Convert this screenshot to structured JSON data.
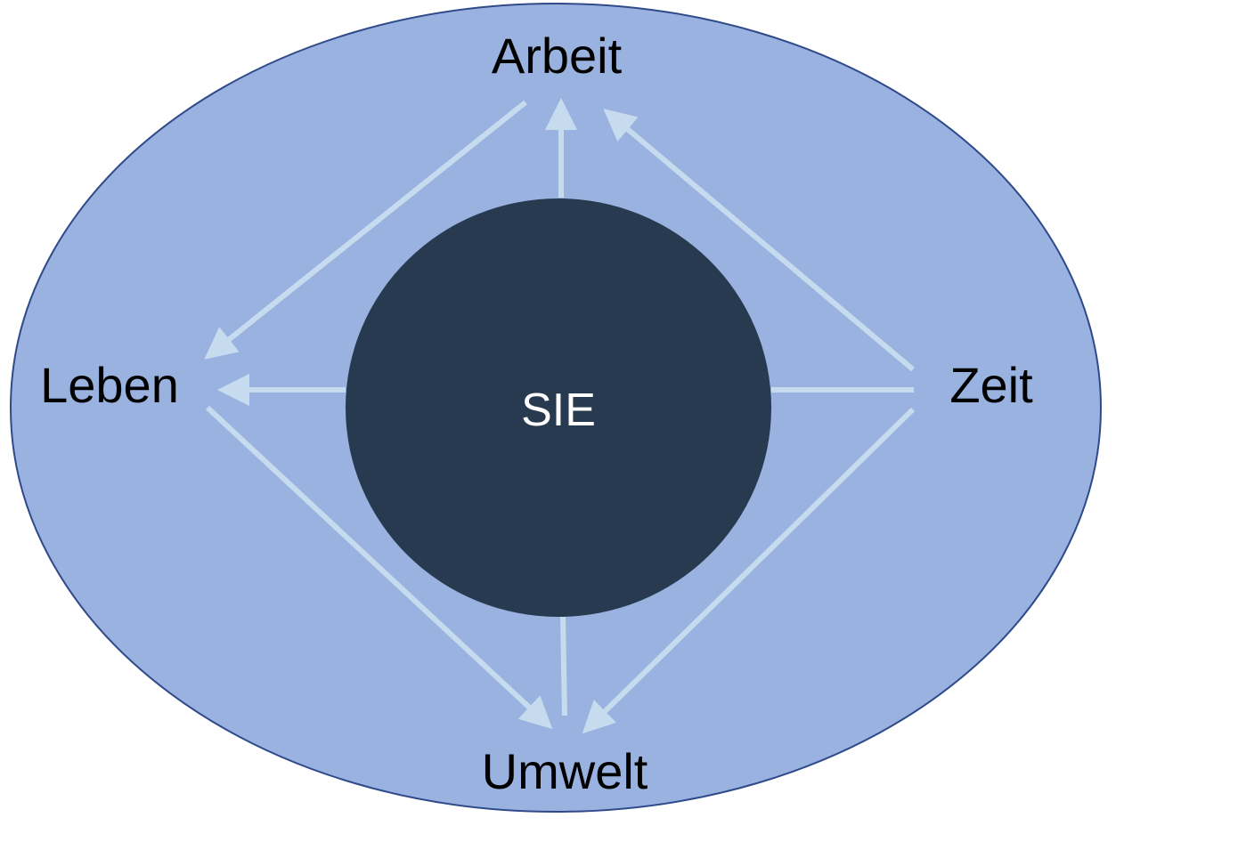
{
  "diagram": {
    "center": {
      "label": "SIE"
    },
    "nodes": {
      "top": "Arbeit",
      "left": "Leben",
      "right": "Zeit",
      "bottom": "Umwelt"
    },
    "edges": [
      {
        "from": "SIE",
        "to": "Arbeit"
      },
      {
        "from": "SIE",
        "to": "Leben"
      },
      {
        "from": "SIE",
        "to": "Zeit"
      },
      {
        "from": "SIE",
        "to": "Umwelt"
      },
      {
        "from": "Arbeit",
        "to": "Leben"
      },
      {
        "from": "Zeit",
        "to": "Arbeit"
      },
      {
        "from": "Leben",
        "to": "Umwelt"
      },
      {
        "from": "Zeit",
        "to": "Umwelt"
      }
    ]
  },
  "colors": {
    "outer_fill": "#9ab2e0",
    "outer_stroke": "#2f4a8a",
    "inner_fill": "#283a50",
    "arrow": "#c7dbef",
    "center_text": "#ffffff",
    "node_text": "#000000"
  }
}
